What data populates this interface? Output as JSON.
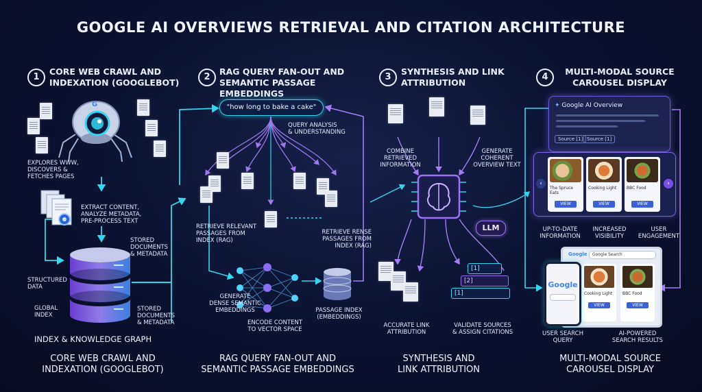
{
  "title": "GOOGLE AI OVERVIEWS RETRIEVAL AND CITATION ARCHITECTURE",
  "steps": [
    {
      "num": "1",
      "title_l1": "CORE WEB CRAWL AND",
      "title_l2": "INDEXATION (GOOGLEBOT)"
    },
    {
      "num": "2",
      "title_l1": "RAG QUERY FAN-OUT AND",
      "title_l2": "SEMANTIC PASSAGE EMBEDDINGS"
    },
    {
      "num": "3",
      "title_l1": "SYNTHESIS AND LINK",
      "title_l2": "ATTRIBUTION"
    },
    {
      "num": "4",
      "title_l1": "MULTI-MODAL SOURCE",
      "title_l2": "CAROUSEL DISPLAY"
    }
  ],
  "s1": {
    "explores": [
      "EXPLORES WWW,",
      "DISCOVERS &",
      "FETCHES PAGES"
    ],
    "extract": [
      "EXTRACT CONTENT,",
      "ANALYZE METADATA,",
      "PRE-PROCESS TEXT"
    ],
    "stored_a": [
      "STORED",
      "DOCUMENTS",
      "& METADATA"
    ],
    "structured": [
      "STRUCTURED",
      "DATA"
    ],
    "global": [
      "GLOBAL",
      "INDEX"
    ],
    "stored_b": [
      "STORED",
      "DOCUMENTS",
      "& METADATA"
    ],
    "index_label": "INDEX & KNOWLEDGE GRAPH"
  },
  "s2": {
    "query": "\"how long to bake a cake\"",
    "analysis": [
      "QUERY ANALYSIS",
      "& UNDERSTANDING"
    ],
    "retrieve_l": [
      "RETRIEVE RELEVANT",
      "PASSAGES FROM",
      "INDEX (RAG)"
    ],
    "retrieve_r": [
      "RETRIEVE RENSE",
      "PASSAGES FROM",
      "INDEX (RAG)"
    ],
    "generate": [
      "GENERATE",
      "DENSE SEMANTIC",
      "EMBEDDINGS"
    ],
    "encode": [
      "ENCODE CONTENT",
      "TO VECTOR SPACE"
    ],
    "passage": [
      "PASSAGE INDEX",
      "(EMBEDDINGS)"
    ]
  },
  "s3": {
    "combine": [
      "COMBINE",
      "RETRIEVED",
      "INFORMATION"
    ],
    "generate": [
      "GENERATE",
      "COHERENT",
      "OVERVIEW TEXT"
    ],
    "llm": "LLM",
    "cite1": "[1]",
    "cite2": "[2]",
    "cite3": "[1]",
    "accurate": [
      "ACCURATE LINK",
      "ATTRIBUTION"
    ],
    "validate": [
      "VALIDATE SOURCES",
      "& ASSIGN CITATIONS"
    ]
  },
  "s4": {
    "overview_title": "Google AI Overview",
    "source1": "Source [1]",
    "source2": "Source [1]",
    "cards": [
      {
        "site": "The Spruce Eats",
        "btn": "VIEW"
      },
      {
        "site": "Cooking Light",
        "btn": "VIEW"
      },
      {
        "site": "BBC Food",
        "btn": "VIEW"
      }
    ],
    "benefits": [
      [
        "UP-TO-DATE",
        "INFORMATION"
      ],
      [
        "INCREASED",
        "VISIBILITY"
      ],
      [
        "USER",
        "ENGAGEMENT"
      ]
    ],
    "google_logo": "Google",
    "search_text": "Google Search",
    "result_cards": [
      {
        "site": "Cooking Light",
        "btn": "VIEW"
      },
      {
        "site": "BBC Food",
        "btn": "VIEW"
      }
    ],
    "user_query": [
      "USER SEARCH",
      "QUERY"
    ],
    "ai_results": [
      "AI-POWERED",
      "SEARCH RESULTS"
    ]
  },
  "bottom": [
    [
      "CORE WEB CRAWL AND",
      "INDEXATION (GOOGLEBOT)"
    ],
    [
      "RAG QUERY FAN-OUT AND",
      "SEMANTIC PASSAGE EMBEDDINGS"
    ],
    [
      "SYNTHESIS AND",
      "LINK ATTRIBUTION"
    ],
    [
      "MULTI-MODAL SOURCE",
      "CAROUSEL DISPLAY"
    ]
  ],
  "colors": {
    "cyan": "#35d6f0",
    "purple": "#9a6cf2",
    "bg": "#0b1230",
    "card": "#1b2450"
  }
}
